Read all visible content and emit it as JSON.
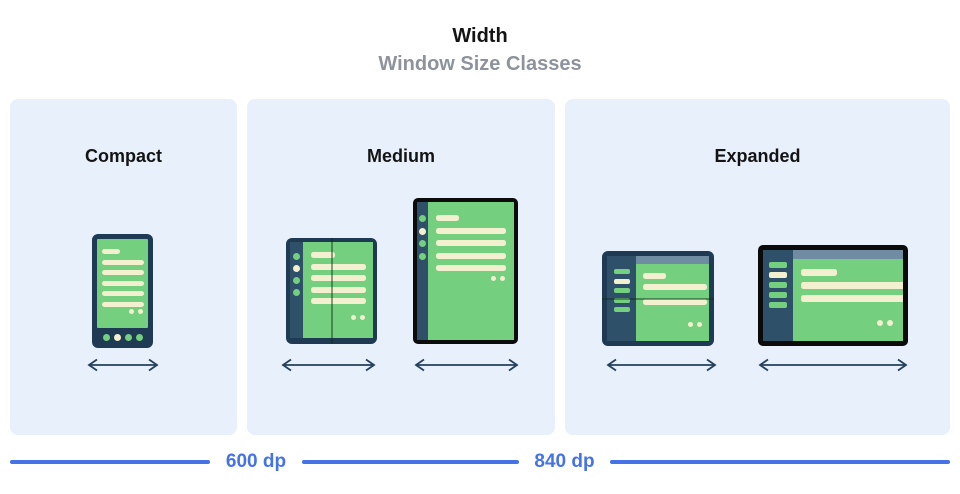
{
  "header": {
    "title": "Width",
    "subtitle": "Window Size Classes"
  },
  "panels": [
    {
      "label": "Compact",
      "devices": [
        {
          "name": "phone"
        }
      ]
    },
    {
      "label": "Medium",
      "devices": [
        {
          "name": "foldable-portrait"
        },
        {
          "name": "tablet-portrait"
        }
      ]
    },
    {
      "label": "Expanded",
      "devices": [
        {
          "name": "foldable-landscape"
        },
        {
          "name": "laptop"
        }
      ]
    }
  ],
  "scale": {
    "breakpoints": [
      {
        "label": "600 dp"
      },
      {
        "label": "840 dp"
      }
    ]
  },
  "colors": {
    "panel-bg": "#E8F1FB",
    "frame-navy": "#1F3B53",
    "rail-navy": "#2E5069",
    "screen-green": "#74CF7F",
    "content-cream": "#F2F0CE",
    "topbar-slate": "#6F8CA3",
    "frame-black": "#0B0B0B",
    "accent-blue": "#4573E7",
    "arrow-navy": "#24405C",
    "title-black": "#141414",
    "subtitle-gray": "#8D939D"
  }
}
